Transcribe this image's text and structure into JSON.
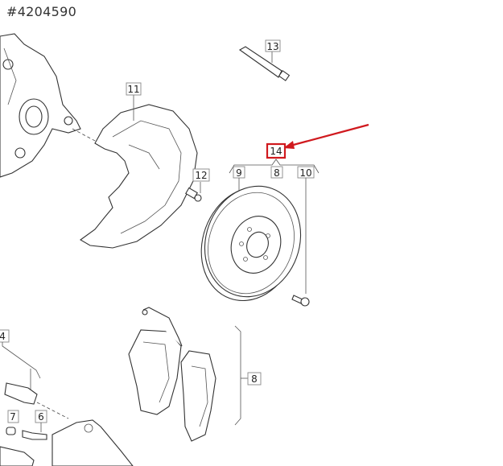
{
  "header": {
    "part_number": "#4204590"
  },
  "diagram": {
    "callouts": {
      "c11": "11",
      "c12": "12",
      "c13": "13",
      "c14": "14",
      "c9": "9",
      "c8_disc": "8",
      "c10": "10",
      "c8_pads": "8",
      "c4": "4",
      "c7": "7",
      "c6": "6"
    },
    "highlight_color": "#d0191e"
  }
}
